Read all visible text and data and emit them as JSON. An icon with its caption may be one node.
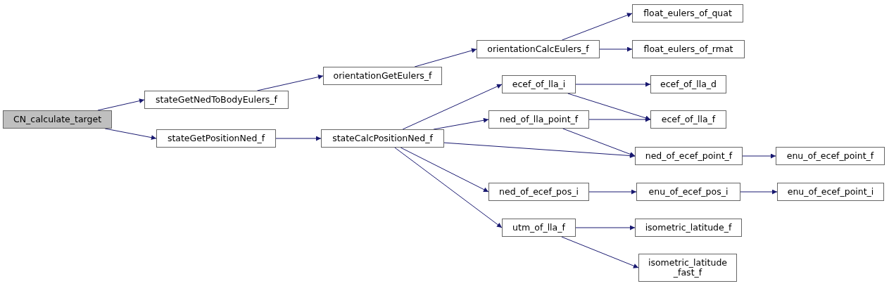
{
  "diagram": {
    "nodes": [
      {
        "text": [
          "CN_calculate_target"
        ]
      },
      {
        "text": [
          "stateGetNedToBodyEulers_f"
        ]
      },
      {
        "text": [
          "stateGetPositionNed_f"
        ]
      },
      {
        "text": [
          "orientationGetEulers_f"
        ]
      },
      {
        "text": [
          "stateCalcPositionNed_f"
        ]
      },
      {
        "text": [
          "orientationCalcEulers_f"
        ]
      },
      {
        "text": [
          "float_eulers_of_quat"
        ]
      },
      {
        "text": [
          "float_eulers_of_rmat"
        ]
      },
      {
        "text": [
          "ecef_of_lla_i"
        ]
      },
      {
        "text": [
          "ecef_of_lla_d"
        ]
      },
      {
        "text": [
          "ned_of_lla_point_f"
        ]
      },
      {
        "text": [
          "ecef_of_lla_f"
        ]
      },
      {
        "text": [
          "ned_of_ecef_point_f"
        ]
      },
      {
        "text": [
          "enu_of_ecef_point_f"
        ]
      },
      {
        "text": [
          "ned_of_ecef_pos_i"
        ]
      },
      {
        "text": [
          "enu_of_ecef_pos_i"
        ]
      },
      {
        "text": [
          "enu_of_ecef_point_i"
        ]
      },
      {
        "text": [
          "utm_of_lla_f"
        ]
      },
      {
        "text": [
          "isometric_latitude_f"
        ]
      },
      {
        "text": [
          "isometric_latitude _fast_f"
        ]
      }
    ],
    "edges": [
      {
        "from": 0,
        "to": 1,
        "arrow": "to"
      },
      {
        "from": 0,
        "to": 2,
        "arrow": "to"
      },
      {
        "from": 1,
        "to": 3,
        "arrow": "to"
      },
      {
        "from": 3,
        "to": 5,
        "arrow": "to"
      },
      {
        "from": 5,
        "to": 6,
        "arrow": "to"
      },
      {
        "from": 5,
        "to": 7,
        "arrow": "to"
      },
      {
        "from": 2,
        "to": 4,
        "arrow": "to"
      },
      {
        "from": 4,
        "to": 8,
        "arrow": "to"
      },
      {
        "from": 4,
        "to": 10,
        "arrow": "to"
      },
      {
        "from": 4,
        "to": 12,
        "arrow": "to"
      },
      {
        "from": 4,
        "to": 14,
        "arrow": "to"
      },
      {
        "from": 4,
        "to": 17,
        "arrow": "to"
      },
      {
        "from": 8,
        "to": 9,
        "arrow": "to"
      },
      {
        "from": 8,
        "to": 11,
        "arrow": "to"
      },
      {
        "from": 10,
        "to": 11,
        "arrow": "to"
      },
      {
        "from": 10,
        "to": 12,
        "arrow": "to"
      },
      {
        "from": 12,
        "to": 13,
        "arrow": "to"
      },
      {
        "from": 14,
        "to": 15,
        "arrow": "to"
      },
      {
        "from": 15,
        "to": 16,
        "arrow": "to"
      },
      {
        "from": 17,
        "to": 18,
        "arrow": "to"
      },
      {
        "from": 17,
        "to": 19,
        "arrow": "to"
      }
    ]
  }
}
